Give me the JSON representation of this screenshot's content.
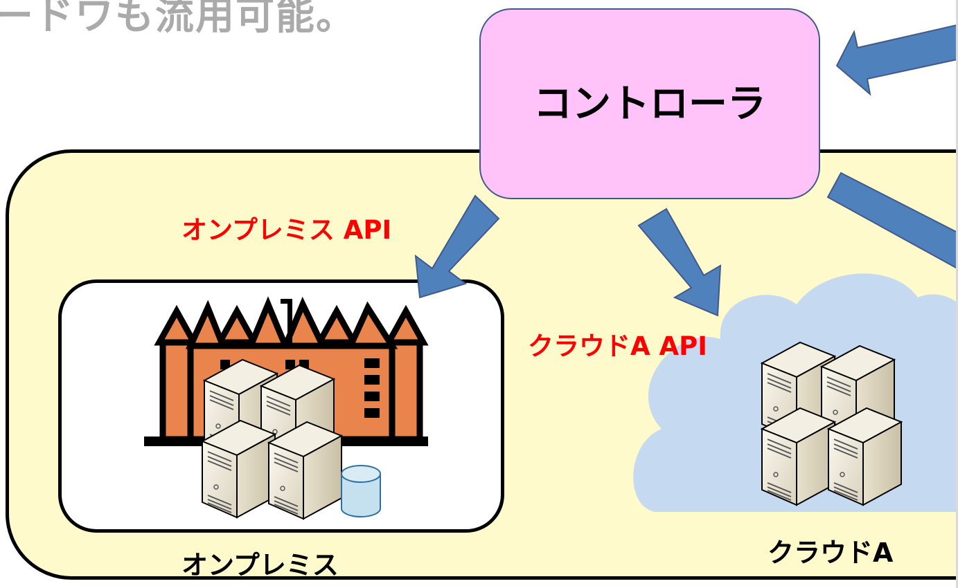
{
  "top_text": "ードワも流用可能。",
  "controller": {
    "label": "コントローラ"
  },
  "apis": {
    "onprem_api": "オンプレミス API",
    "cloud_a_api": "クラウドA API"
  },
  "regions": {
    "onprem_label": "オンプレミス",
    "cloud_a_label": "クラウドA"
  },
  "icons": [
    "building-icon",
    "server-icon",
    "database-icon",
    "cloud-icon",
    "arrow-icon"
  ],
  "colors": {
    "region_fill": "#fffacc",
    "controller_fill": "#ffc3f9",
    "arrow_fill": "#4f81bd",
    "cloud_fill": "#c5d9f1",
    "building_fill": "#e8844c",
    "api_label": "#ff0000"
  }
}
